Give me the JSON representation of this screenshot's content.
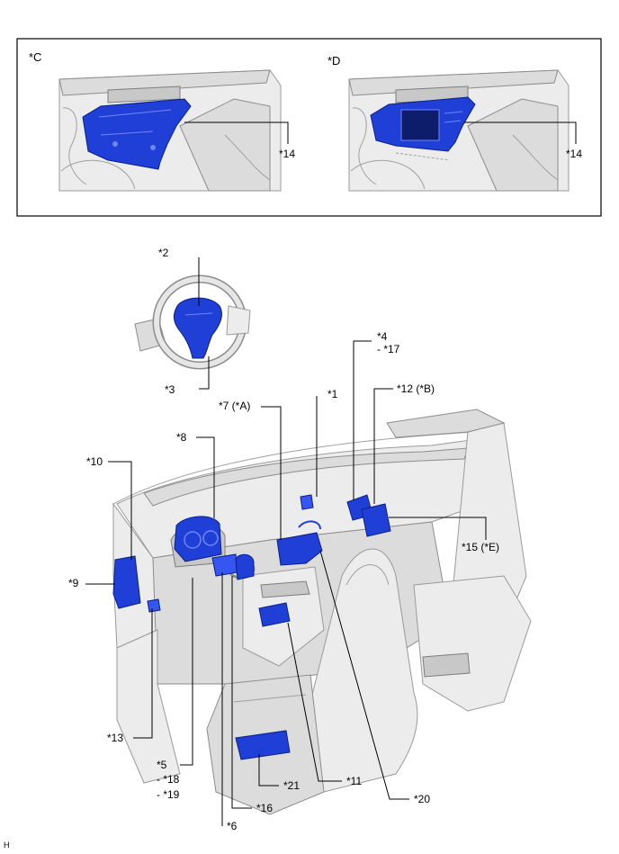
{
  "insets": {
    "c": {
      "tag": "*C",
      "callout": "*14"
    },
    "d": {
      "tag": "*D",
      "callout": "*14"
    }
  },
  "callouts": {
    "c1": "*1",
    "c2": "*2",
    "c3": "*3",
    "c4": "*4",
    "c4_sub": "- *17",
    "c5": "*5",
    "c5_sub1": "- *18",
    "c5_sub2": "- *19",
    "c6": "*6",
    "c7": "*7 (*A)",
    "c8": "*8",
    "c9": "*9",
    "c10": "*10",
    "c11": "*11",
    "c12": "*12 (*B)",
    "c13": "*13",
    "c15": "*15 (*E)",
    "c16": "*16",
    "c20": "*20",
    "c21": "*21"
  },
  "corner_mark": "H",
  "colors": {
    "highlight": "#1f3fd6",
    "outline": "#0b1f8a",
    "line": "#000000"
  }
}
